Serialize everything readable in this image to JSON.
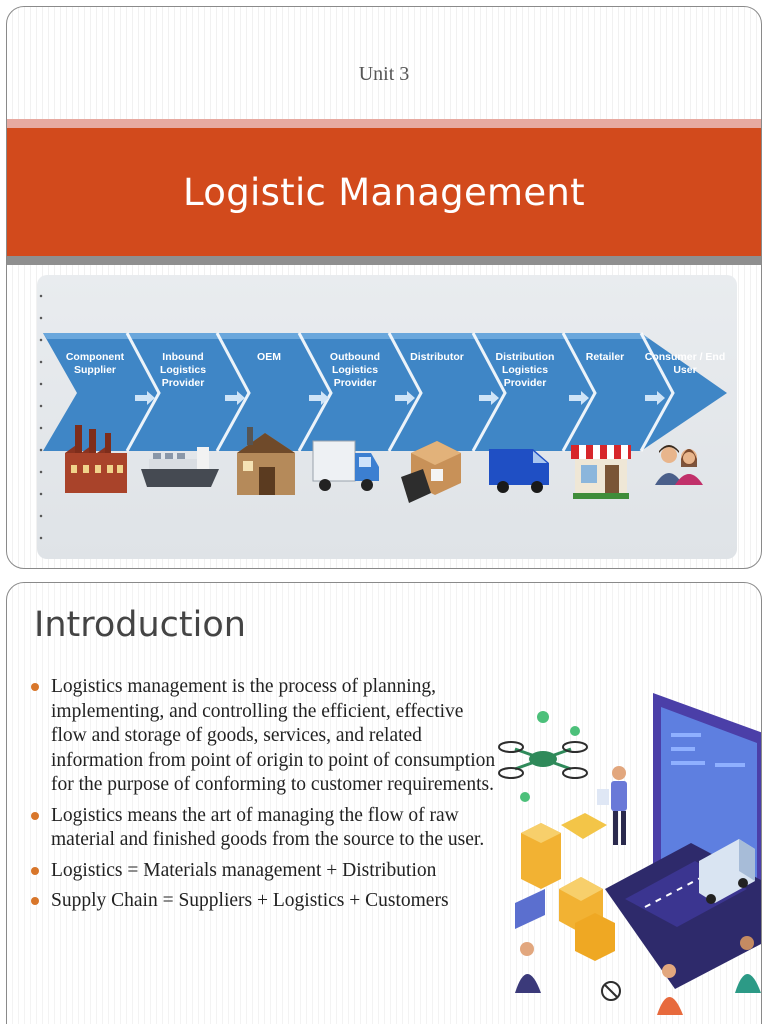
{
  "slide1": {
    "unit": "Unit 3",
    "title": "Logistic Management",
    "chain": {
      "stages": [
        {
          "label": "Component Supplier",
          "icon": "factory-icon"
        },
        {
          "label": "Inbound Logistics Provider",
          "icon": "cargo-ship-icon"
        },
        {
          "label": "OEM",
          "icon": "warehouse-icon"
        },
        {
          "label": "Outbound Logistics Provider",
          "icon": "truck-icon"
        },
        {
          "label": "Distributor",
          "icon": "parcels-icon"
        },
        {
          "label": "Distribution Logistics Provider",
          "icon": "delivery-van-icon"
        },
        {
          "label": "Retailer",
          "icon": "shop-icon"
        },
        {
          "label": "Consumer / End User",
          "icon": "people-icon"
        }
      ],
      "colors": {
        "chevron": "#3f86c6",
        "chevron_dark": "#2a6aa8",
        "background": "#e4e7eb"
      }
    }
  },
  "slide2": {
    "heading": "Introduction",
    "bullets": [
      "Logistics management is the process of planning, implementing, and controlling the efficient, effective flow and storage of goods, services, and related information from point of origin to point of consumption for the purpose of conforming to customer requirements.",
      "Logistics means the art of managing the flow of raw material and finished goods from the source to the user.",
      "Logistics = Materials management + Distribution",
      "Supply Chain = Suppliers + Logistics + Customers"
    ],
    "illustration": "isometric-logistics-illustration",
    "colors": {
      "bullet": "#d8762a",
      "title_band": "#d24a1c"
    }
  }
}
